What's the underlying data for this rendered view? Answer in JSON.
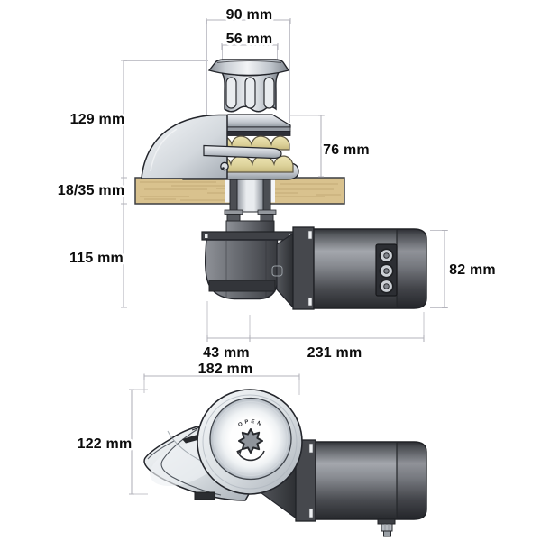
{
  "diagram_type": "anchor-windlass-dimension-drawing",
  "dimensions": {
    "capstan_width": "90 mm",
    "drum_width": "56 mm",
    "height_above_deck": "129 mm",
    "gypsy_height": "76 mm",
    "deck_thickness": "18/35 mm",
    "height_below_deck": "115 mm",
    "motor_diameter": "82 mm",
    "axis_to_gearbox": "43 mm",
    "motor_length": "231 mm",
    "base_length": "182 mm",
    "base_height": "122 mm"
  },
  "side_view": {
    "cap_marking": "OPEN"
  },
  "colors": {
    "background": "#ffffff",
    "dimension_line": "#b3b3bb",
    "label_text": "#0c0c0c",
    "deck_wood": "#d9c28e",
    "deck_grain": "#c0a671",
    "metal_light": "#f2f4f6",
    "metal_mid": "#c6cbd2",
    "metal_dark": "#8e949c",
    "gypsy_yellow": "#ddd29a",
    "gypsy_flange_dark": "#2e3038",
    "gearbox_band": "#33353a",
    "motor_dark": "#46484d",
    "motor_light": "#a4a7ad",
    "terminal_plate": "#2c2e33",
    "star_socket": "#8f949b",
    "outline": "#23252b",
    "marking_text": "#2b2d32"
  }
}
